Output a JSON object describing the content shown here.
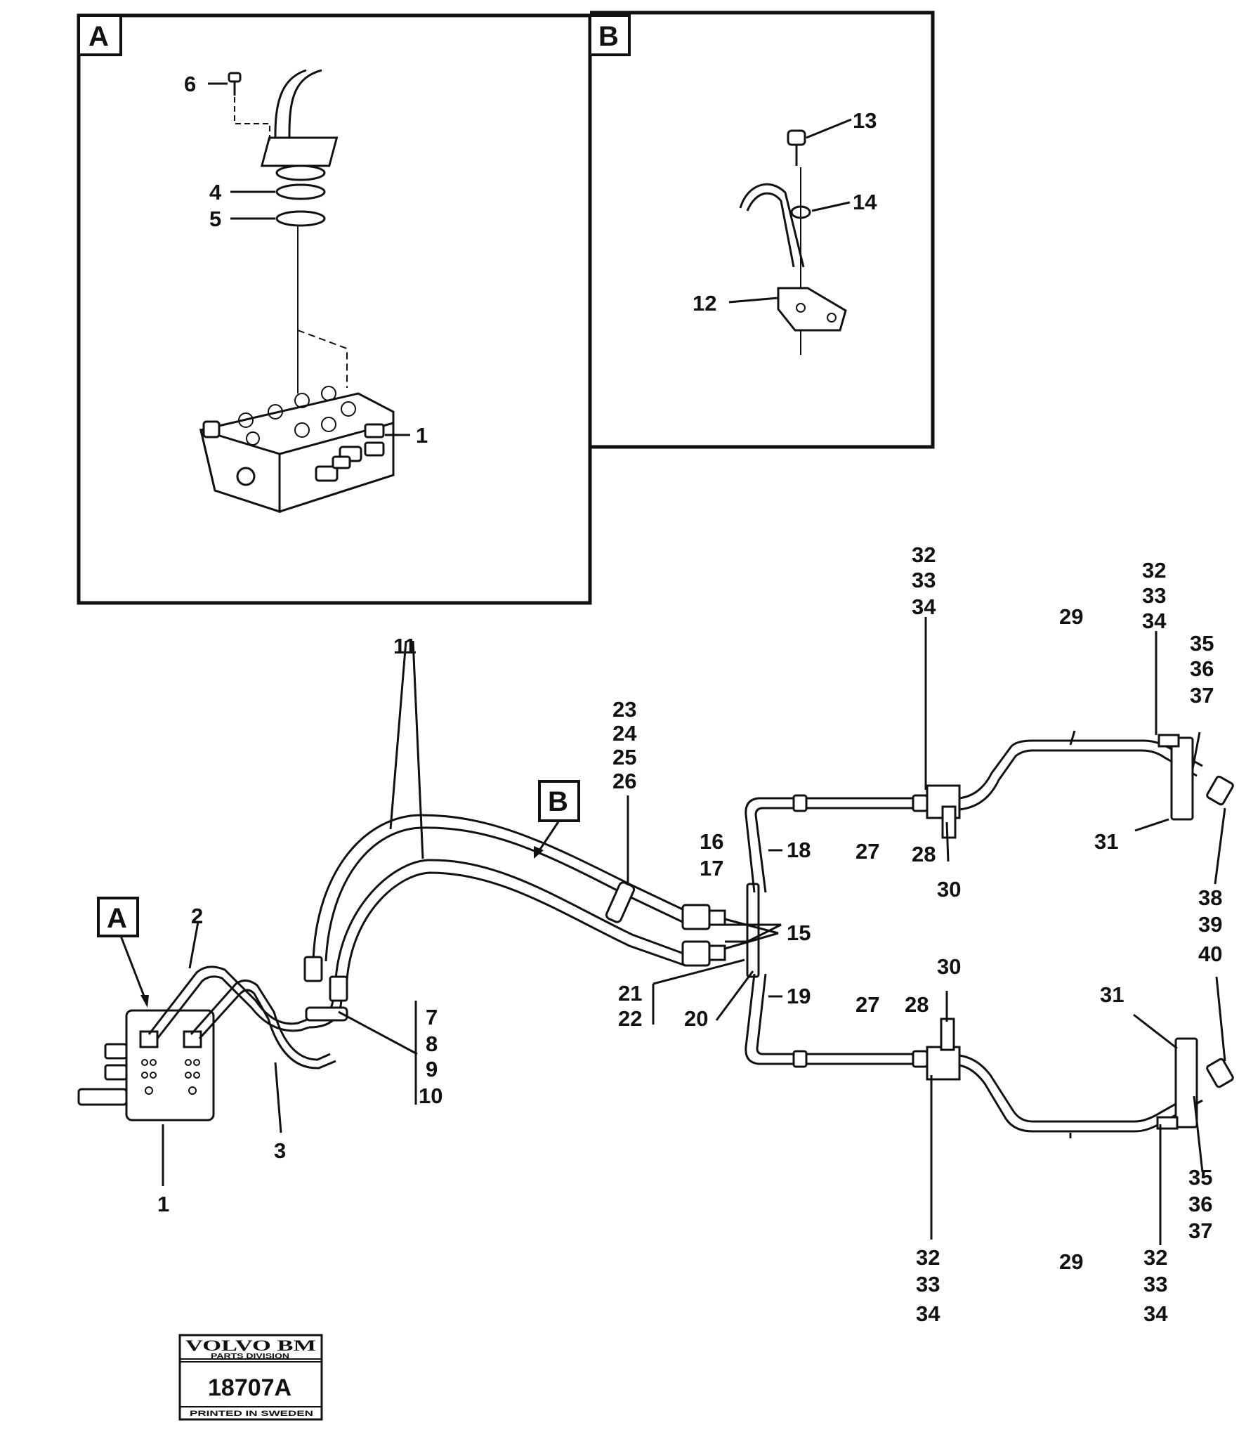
{
  "detail_a": {
    "label": "A",
    "callouts": [
      "6",
      "4",
      "5",
      "1"
    ]
  },
  "detail_b": {
    "label": "B",
    "callouts": [
      "13",
      "14",
      "12"
    ]
  },
  "main": {
    "view_markers": [
      "A",
      "B"
    ],
    "callouts": {
      "c2": "2",
      "c1": "1",
      "c3": "3",
      "c7": "7",
      "c8": "8",
      "c9": "9",
      "c10": "10",
      "c11": "11",
      "c23": "23",
      "c24": "24",
      "c25": "25",
      "c26": "26",
      "c16": "16",
      "c17": "17",
      "c15": "15",
      "c18": "18",
      "c19": "19",
      "c20": "20",
      "c21": "21",
      "c22": "22",
      "c27a": "27",
      "c28a": "28",
      "c30a": "30",
      "c27b": "27",
      "c28b": "28",
      "c30b": "30",
      "c29a": "29",
      "c29b": "29",
      "c31a": "31",
      "c31b": "31",
      "c32a": "32",
      "c33a": "33",
      "c34a": "34",
      "c32b": "32",
      "c33b": "33",
      "c34b": "34",
      "c32c": "32",
      "c33c": "33",
      "c34c": "34",
      "c32d": "32",
      "c33d": "33",
      "c34d": "34",
      "c35a": "35",
      "c36a": "36",
      "c37a": "37",
      "c35b": "35",
      "c36b": "36",
      "c37b": "37",
      "c38": "38",
      "c39": "39",
      "c40": "40"
    }
  },
  "stamp": {
    "brand": "VOLVO BM",
    "division": "PARTS DIVISION",
    "number": "18707A",
    "footer": "PRINTED IN SWEDEN"
  }
}
